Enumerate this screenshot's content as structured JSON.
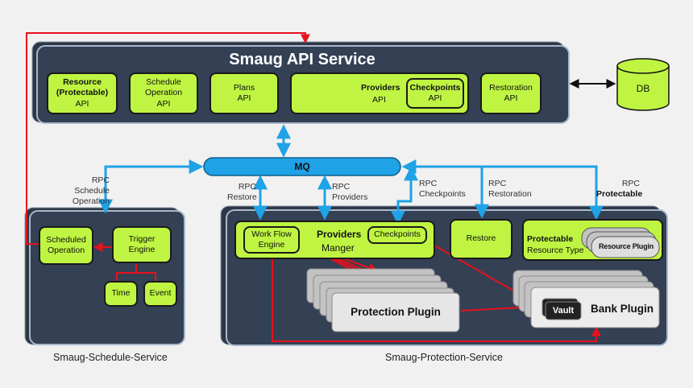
{
  "api_service": {
    "title": "Smaug API Service",
    "boxes": [
      {
        "line1": "Resource",
        "line2": "(Protectable)",
        "api": "API"
      },
      {
        "line1": "Schedule",
        "line2": "Operation",
        "api": "API"
      },
      {
        "line1": "Plans",
        "line2": "",
        "api": "API"
      },
      {
        "line1": "Providers",
        "line2": "",
        "api": "API"
      },
      {
        "line1": "Checkpoints",
        "line2": "",
        "api": "API"
      },
      {
        "line1": "Restoration",
        "line2": "",
        "api": "API"
      }
    ]
  },
  "db": "DB",
  "mq": "MQ",
  "rpc": {
    "schedule": [
      "RPC",
      "Schedule",
      "Operation"
    ],
    "restore": [
      "RPC",
      "Restore"
    ],
    "providers": [
      "RPC",
      "Providers"
    ],
    "checkpoints": [
      "RPC",
      "Checkpoints"
    ],
    "restoration": [
      "RPC",
      "Restoration"
    ],
    "protectable": [
      "RPC",
      "Protectable"
    ]
  },
  "schedule_service": {
    "caption": "Smaug-Schedule-Service",
    "scheduled_operation": [
      "Scheduled",
      "Operation"
    ],
    "trigger_engine": [
      "Trigger",
      "Engine"
    ],
    "time": "Time",
    "event": "Event"
  },
  "protection_service": {
    "caption": "Smaug-Protection-Service",
    "workflow_engine": [
      "Work Flow",
      "Engine"
    ],
    "providers_manager": [
      "Providers",
      "Manger"
    ],
    "checkpoints": "Checkpoints",
    "restore": "Restore",
    "protectable_resource_type": [
      "Protectable",
      "Resource Type"
    ],
    "resource_plugin": "Resource Plugin",
    "protection_plugin": "Protection Plugin",
    "vault": "Vault",
    "bank_plugin": "Bank Plugin"
  },
  "colors": {
    "panel": "#344054",
    "green": "#bff542",
    "blue_arrow": "#1fa2e6",
    "red_arrow": "#e8111b",
    "mq": "#1fa2e6"
  }
}
